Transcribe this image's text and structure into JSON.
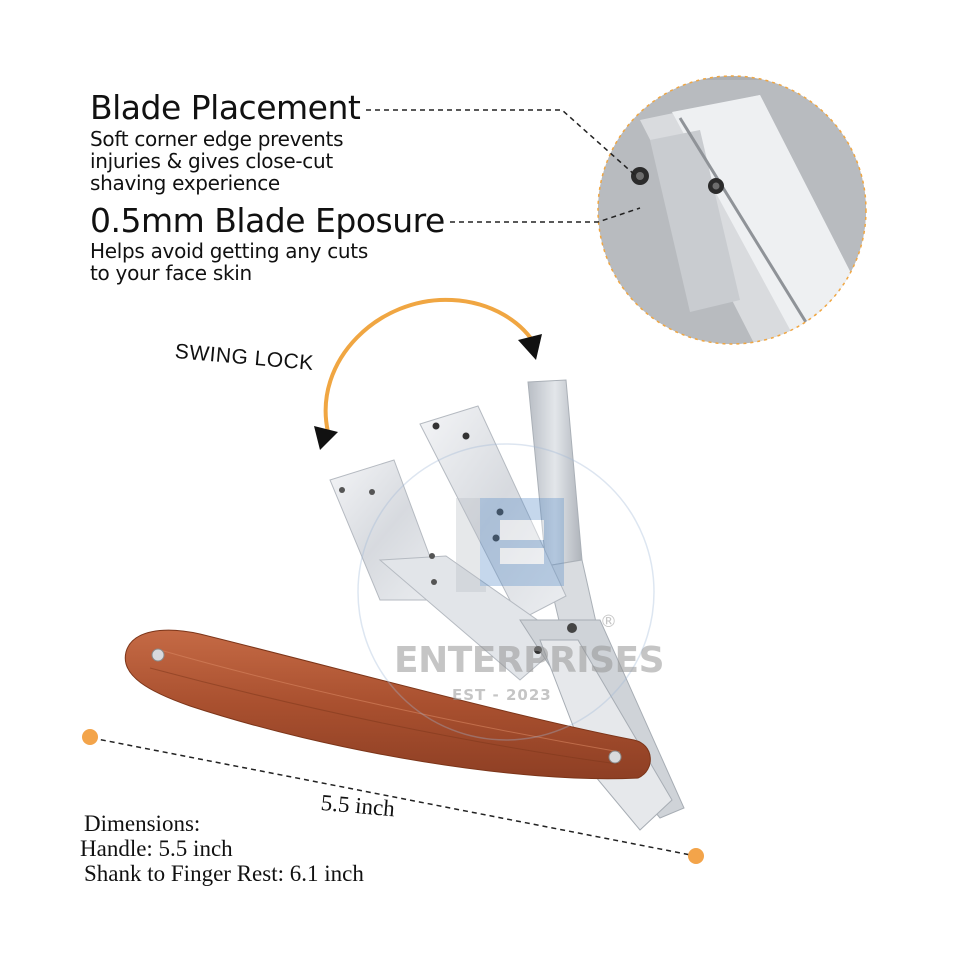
{
  "features": [
    {
      "title": "Blade Placement",
      "description": "Soft corner edge prevents\ninjuries & gives close-cut\nshaving experience"
    },
    {
      "title": "0.5mm Blade Eposure",
      "description": "Helps avoid getting any cuts\nto your face skin"
    }
  ],
  "swing_label": "SWING LOCK",
  "measurement_label": "5.5 inch",
  "dimensions": {
    "heading": "Dimensions:",
    "handle": "Handle: 5.5 inch",
    "shank": "Shank to Finger Rest: 6.1 inch"
  },
  "watermark": {
    "brand": "ENTERPRISES",
    "established": "EST - 2023",
    "registered_mark": "®"
  },
  "colors": {
    "accent_orange": "#f0a642",
    "wood": "#b3593a",
    "steel": "#dfe2e6"
  }
}
